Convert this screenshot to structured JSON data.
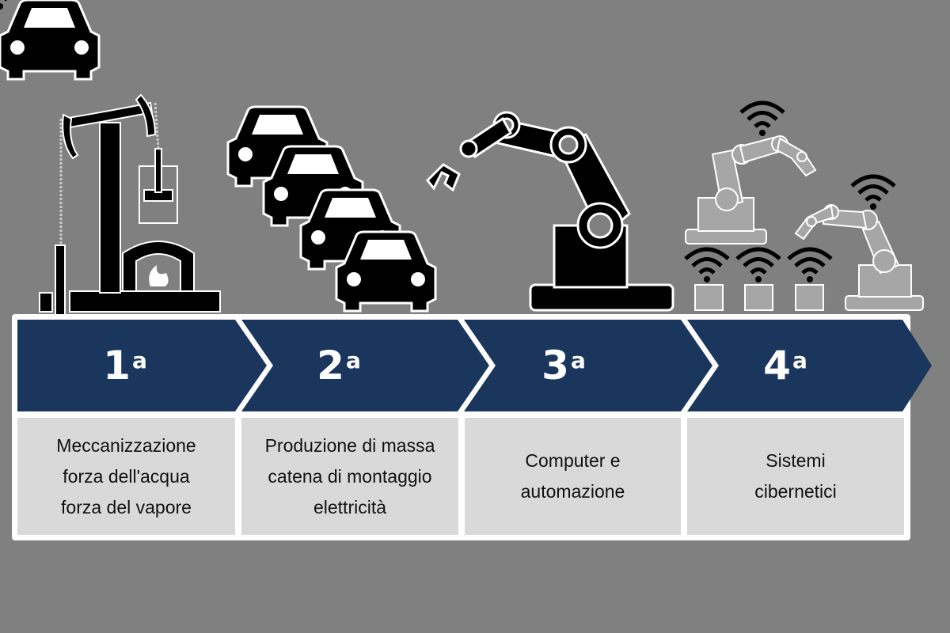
{
  "colors": {
    "background": "#808080",
    "chevron": "#1b365d",
    "box": "#d9d9d9",
    "icon_gray": "#a6a6a6"
  },
  "stages": [
    {
      "number": "1",
      "suffix": "a",
      "description": "Meccanizzazione\nforza dell'acqua\nforza del vapore",
      "icon": "steam-engine-icon"
    },
    {
      "number": "2",
      "suffix": "a",
      "description": "Produzione di massa\ncatena di montaggio\nelettricità",
      "icon": "cars-assembly-icon"
    },
    {
      "number": "3",
      "suffix": "a",
      "description": "Computer e\nautomazione",
      "icon": "robot-arm-icon"
    },
    {
      "number": "4",
      "suffix": "a",
      "description": "Sistemi\ncibernetici",
      "icon": "connected-robots-icon"
    }
  ]
}
